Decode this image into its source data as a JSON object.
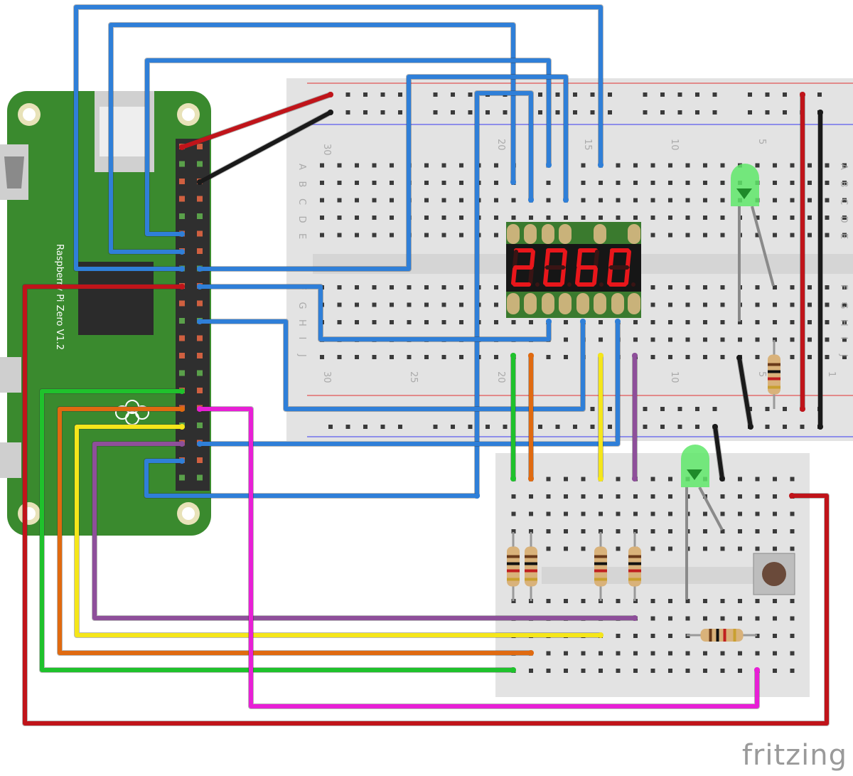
{
  "board": {
    "label": "Raspberry Pi Zero V1.2"
  },
  "display": {
    "digits": "2060"
  },
  "breadboard_main": {
    "column_numbers": [
      "30",
      "25",
      "20",
      "15",
      "10",
      "5",
      "1"
    ],
    "row_letters_top": [
      "A",
      "B",
      "C",
      "D",
      "E"
    ],
    "row_letters_bottom": [
      "F",
      "G",
      "H",
      "I",
      "J"
    ]
  },
  "watermark": "fritzing",
  "colors": {
    "pcb_green": "#3a8a2e",
    "wire_blue": "#2f7fd8",
    "wire_red": "#c0141a",
    "wire_black": "#1a1a1a",
    "wire_green": "#1fc22c",
    "wire_orange": "#e06a10",
    "wire_yellow": "#f5e61a",
    "wire_purple": "#8e4f9a",
    "wire_magenta": "#e81fd6",
    "segment_red": "#e8161b",
    "led_green": "#5fe86a"
  }
}
